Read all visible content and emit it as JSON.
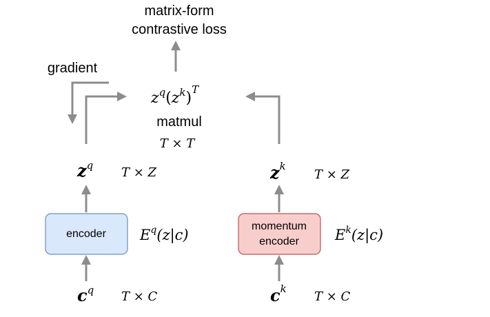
{
  "top_label": {
    "line1": "matrix-form",
    "line2": "contrastive loss"
  },
  "gradient_label": "gradient",
  "matmul": {
    "base_q": "z",
    "sup_q": "q",
    "open": "(",
    "base_k": "z",
    "sup_k": "k",
    "close": ")",
    "sup_T": "T",
    "label": "matmul",
    "shape": "T × T"
  },
  "left_branch": {
    "z_base": "z",
    "z_sup": "q",
    "z_shape": "T × Z",
    "encoder_label": "encoder",
    "enc_func_base": "E",
    "enc_func_sup": "q",
    "enc_func_args": "(z|c)",
    "input_base": "c",
    "input_sup": "q",
    "input_shape": "T × C"
  },
  "right_branch": {
    "z_base": "z",
    "z_sup": "k",
    "z_shape": "T × Z",
    "encoder_line1": "momentum",
    "encoder_line2": "encoder",
    "enc_func_base": "E",
    "enc_func_sup": "k",
    "enc_func_args": "(z|c)",
    "input_base": "c",
    "input_sup": "k",
    "input_shape": "T × C"
  },
  "colors": {
    "arrow": "#8c8c8c",
    "encoder_fill": "#dae8fc",
    "encoder_stroke": "#6c8ebf",
    "momentum_fill": "#f8cecc",
    "momentum_stroke": "#b85450"
  }
}
